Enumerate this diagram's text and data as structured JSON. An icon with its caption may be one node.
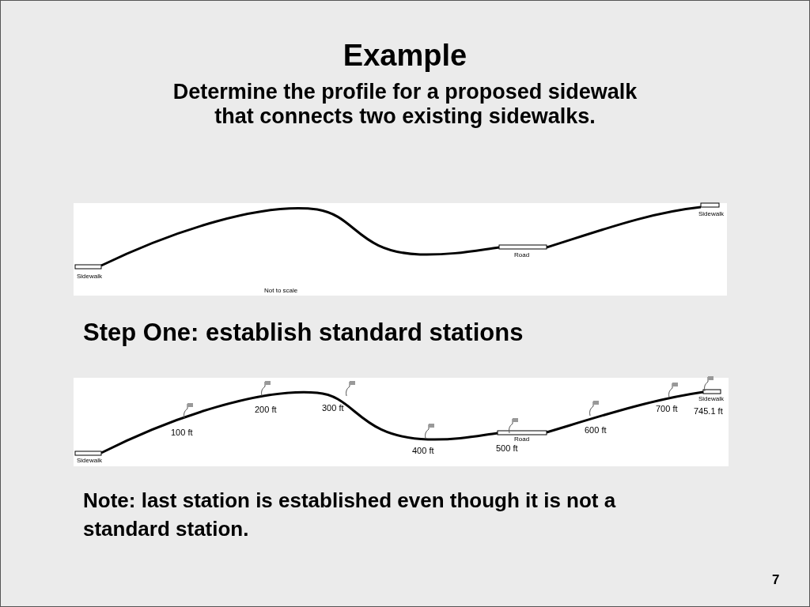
{
  "diagram": {
    "title": "Example",
    "labels": [
      "Determine the profile for a proposed sidewalk that connects two existing sidewalks.",
      "Sidewalk",
      "Road",
      "Sidewalk",
      "Not to scale",
      "Step One: establish standard stations",
      "200 ft",
      "300 ft",
      "700 ft",
      "Sidewalk",
      "745.1 ft",
      "100 ft",
      "600 ft",
      "Road",
      "400 ft",
      "500 ft",
      "Sidewalk",
      "Note: last station is established even though it is not a standard station.",
      "7"
    ]
  }
}
